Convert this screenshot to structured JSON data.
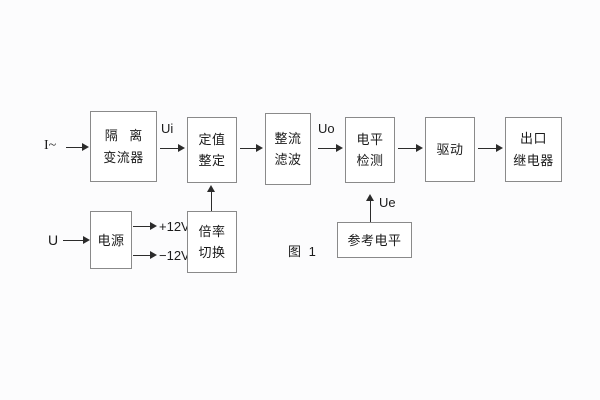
{
  "figure": {
    "caption": "图 1",
    "background_color": "#fcfcfd",
    "box_border_color": "#8a8a8a",
    "line_color": "#2b2b2b",
    "text_color": "#1b1b1b"
  },
  "blocks": [
    {
      "id": "isolating-ct",
      "lines": [
        "隔 离",
        "变流器"
      ]
    },
    {
      "id": "setting-value",
      "lines": [
        "定值",
        "整定"
      ]
    },
    {
      "id": "rectify-filter",
      "lines": [
        "整流",
        "滤波"
      ]
    },
    {
      "id": "level-detect",
      "lines": [
        "电平",
        "检测"
      ]
    },
    {
      "id": "drive",
      "lines": [
        "驱动"
      ]
    },
    {
      "id": "output-relay",
      "lines": [
        "出口",
        "继电器"
      ]
    },
    {
      "id": "power-supply",
      "lines": [
        "电源"
      ]
    },
    {
      "id": "ratio-switch",
      "lines": [
        "倍率",
        "切换"
      ]
    },
    {
      "id": "reference-level",
      "lines": [
        "参考电平"
      ]
    }
  ],
  "signals": {
    "current_input": "I~",
    "voltage_input": "U",
    "ui": "Ui",
    "uo": "Uo",
    "ue": "Ue",
    "supply_positive": "+12V",
    "supply_negative": "−12V"
  }
}
